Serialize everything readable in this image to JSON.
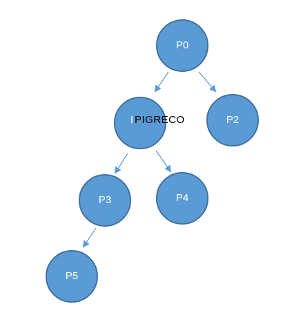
{
  "diagram": {
    "nodes": [
      {
        "id": "P0",
        "label": "P0"
      },
      {
        "id": "P1",
        "label": ""
      },
      {
        "id": "P2",
        "label": "P2"
      },
      {
        "id": "P3",
        "label": "P3"
      },
      {
        "id": "P4",
        "label": "P4"
      },
      {
        "id": "P5",
        "label": "P5"
      }
    ],
    "edges": [
      {
        "from": "P0",
        "to": "P1"
      },
      {
        "from": "P0",
        "to": "P2"
      },
      {
        "from": "P1",
        "to": "P3"
      },
      {
        "from": "P1",
        "to": "P4"
      },
      {
        "from": "P3",
        "to": "P5"
      }
    ],
    "overlay_text": "PIGRECO",
    "overlay_prefix": "I",
    "colors": {
      "node_fill": "#5b9bd5",
      "node_stroke": "#41719c",
      "edge": "#5b9bd5",
      "node_text": "#ffffff",
      "overlay_text": "#000000"
    }
  }
}
